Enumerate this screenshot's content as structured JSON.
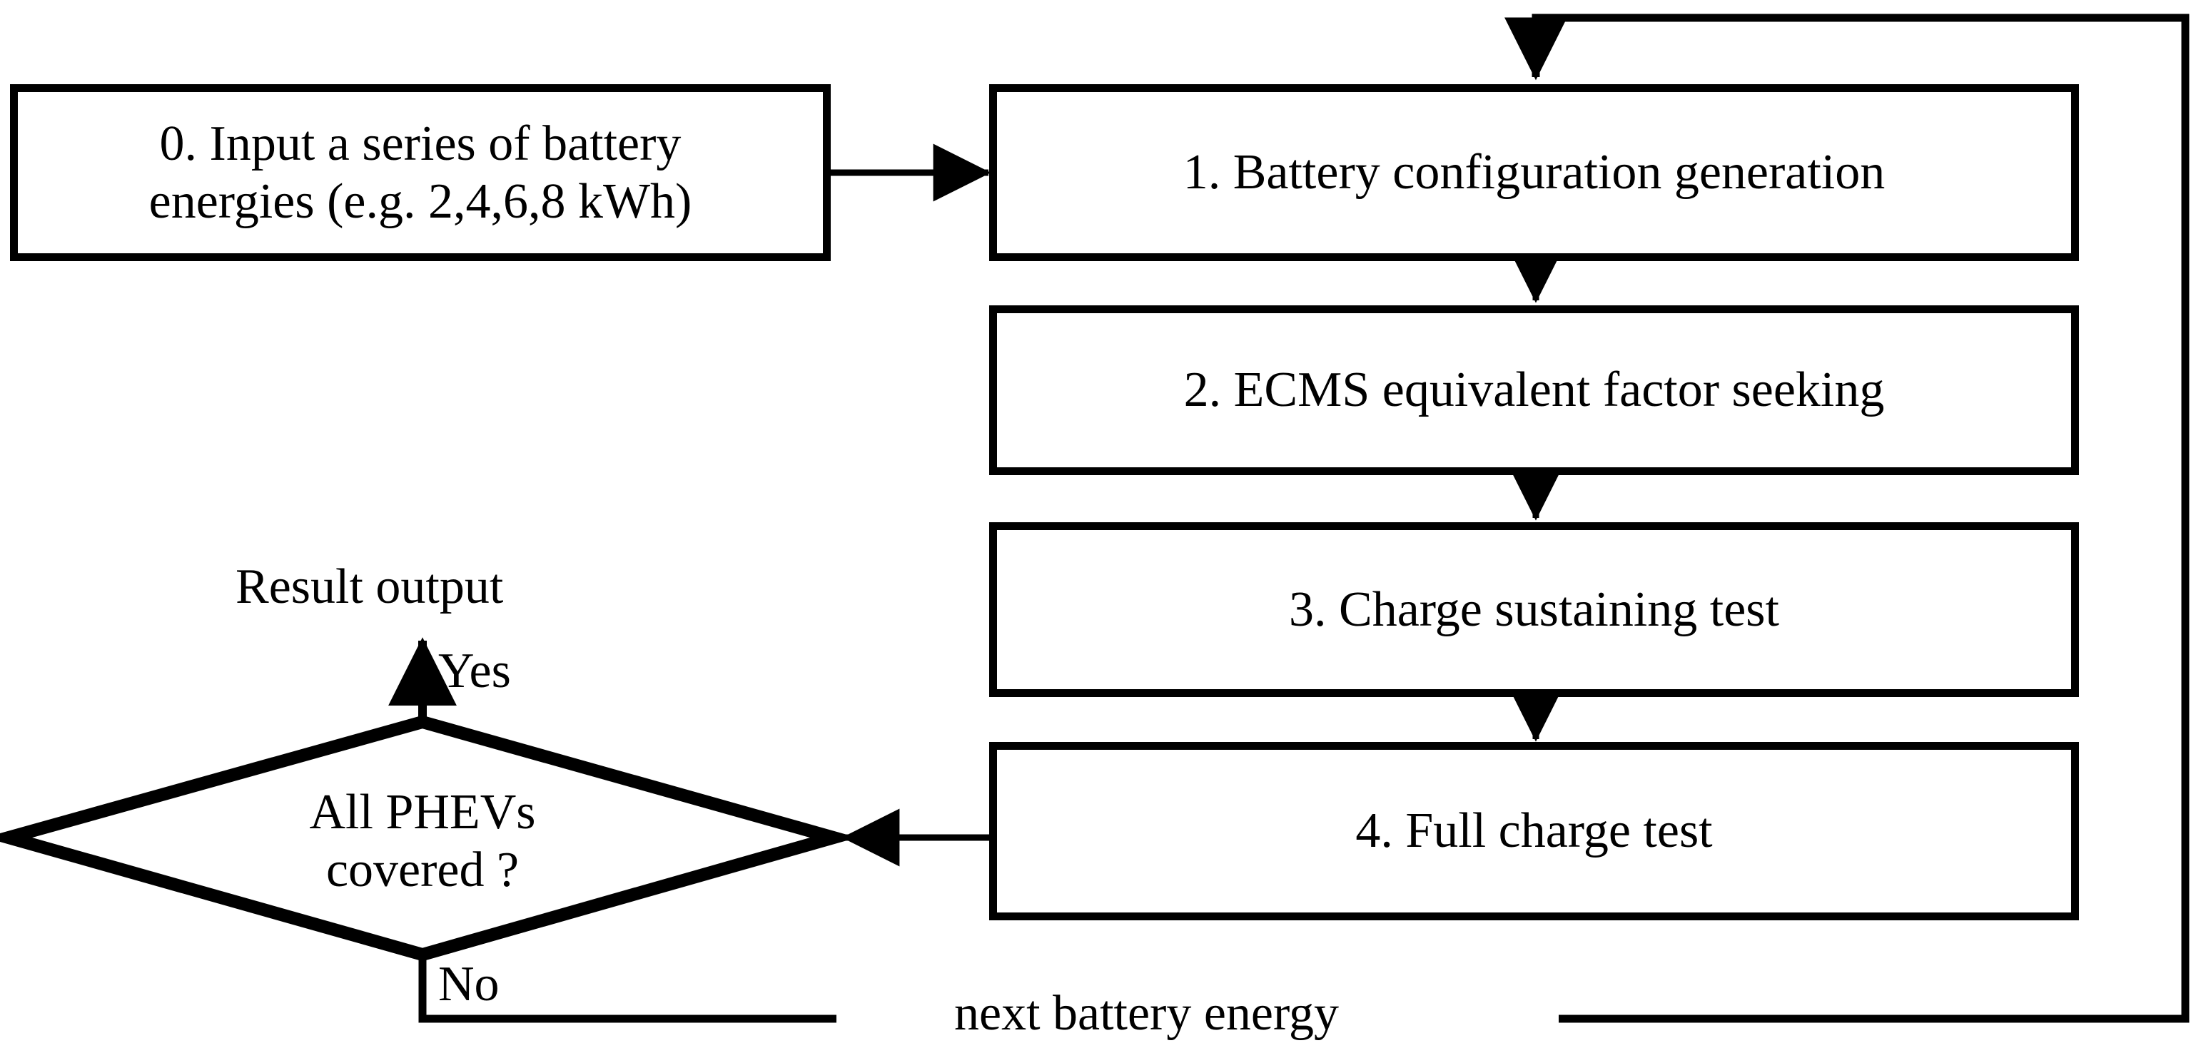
{
  "diagram": {
    "type": "flowchart",
    "title_visible": false,
    "background_color": "#ffffff",
    "line_color": "#000000",
    "nodes": [
      {
        "id": "step0",
        "shape": "rectangle",
        "label": "0. Input a series of battery\nenergies (e.g. 2,4,6,8 kWh)"
      },
      {
        "id": "step1",
        "shape": "rectangle",
        "label": "1. Battery configuration generation"
      },
      {
        "id": "step2",
        "shape": "rectangle",
        "label": "2. ECMS equivalent factor seeking"
      },
      {
        "id": "step3",
        "shape": "rectangle",
        "label": "3. Charge sustaining test"
      },
      {
        "id": "step4",
        "shape": "rectangle",
        "label": "4. Full charge test"
      },
      {
        "id": "decision",
        "shape": "diamond",
        "label": "All PHEVs\ncovered ?"
      }
    ],
    "annotations": {
      "result_output": "Result output",
      "yes_label": "Yes",
      "no_label": "No",
      "feedback_label": "next battery energy"
    },
    "edges": [
      {
        "from": "step0",
        "to": "step1",
        "label": ""
      },
      {
        "from": "step1",
        "to": "step2",
        "label": ""
      },
      {
        "from": "step2",
        "to": "step3",
        "label": ""
      },
      {
        "from": "step3",
        "to": "step4",
        "label": ""
      },
      {
        "from": "step4",
        "to": "decision",
        "label": ""
      },
      {
        "from": "decision",
        "to": "result-output",
        "label": "Yes"
      },
      {
        "from": "decision",
        "to": "step1",
        "label": "No / next battery energy"
      }
    ]
  }
}
